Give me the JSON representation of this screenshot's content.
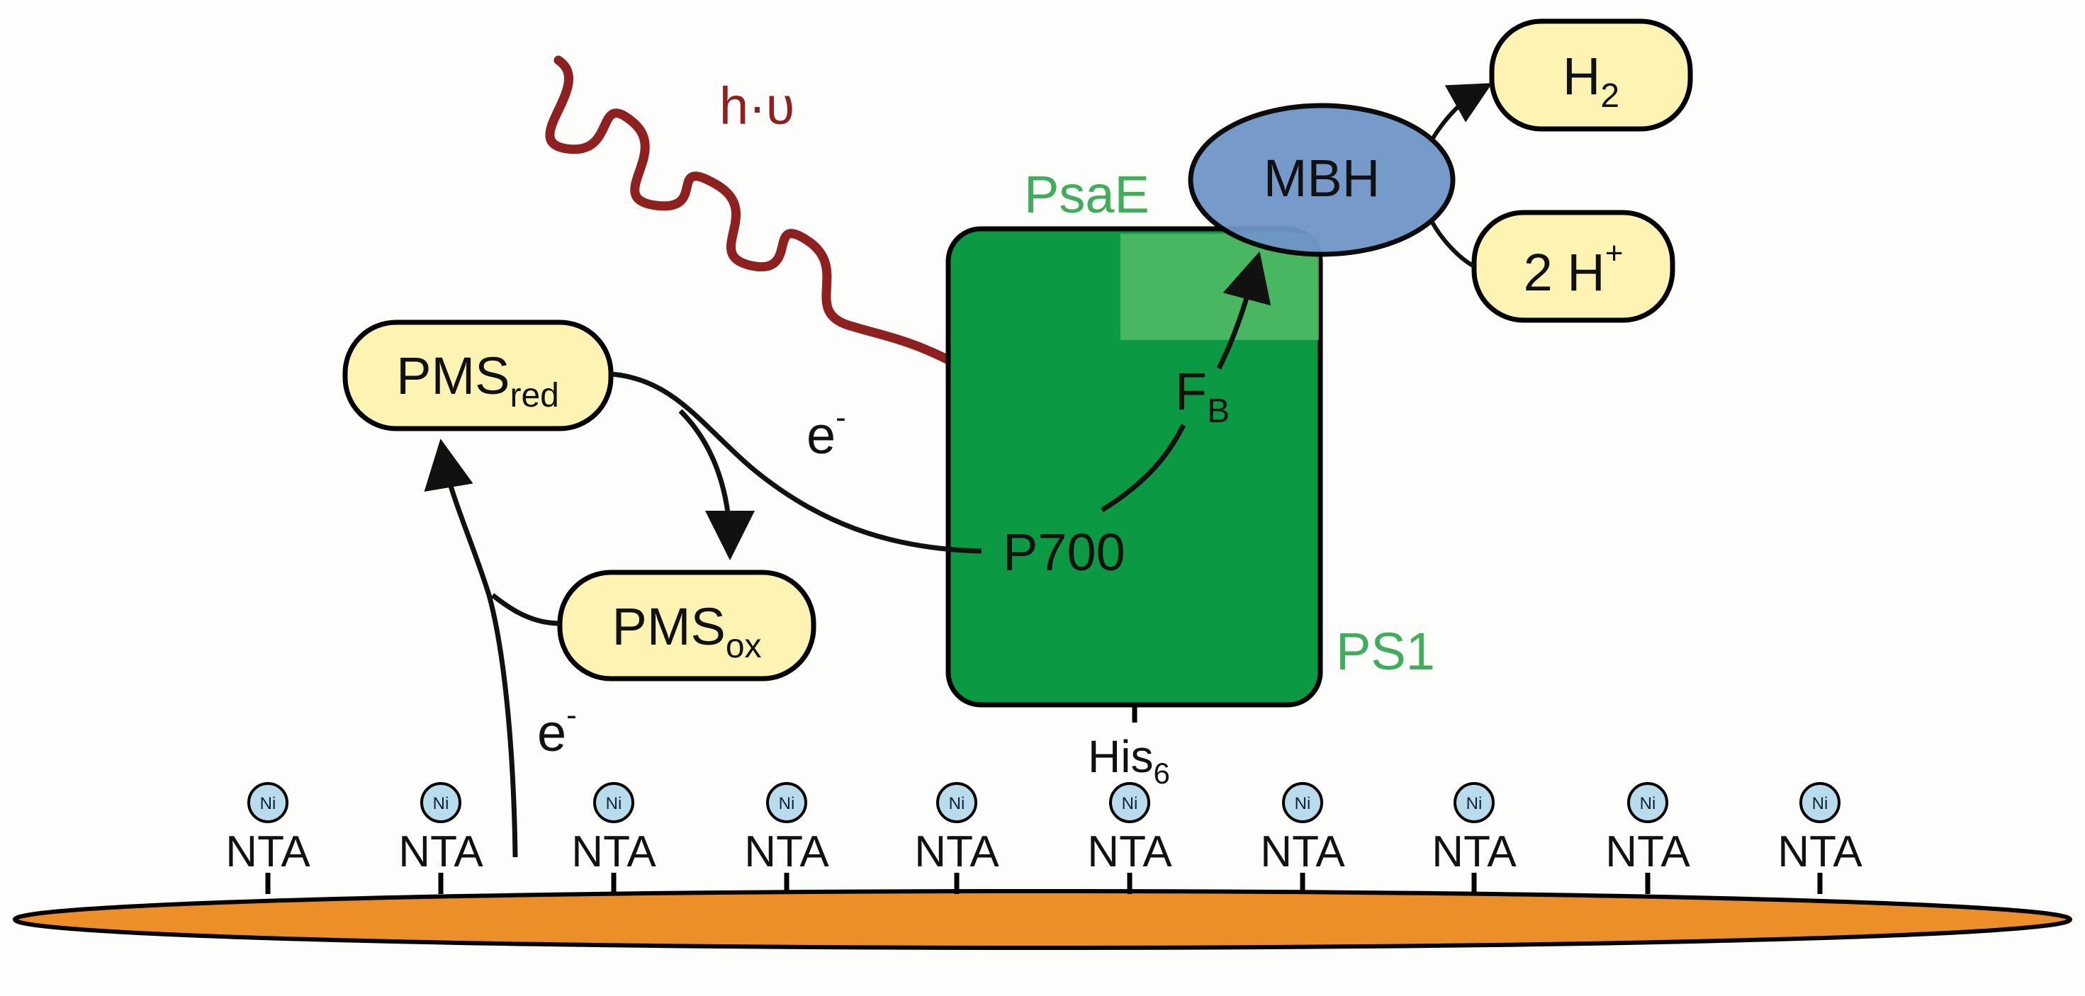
{
  "labels": {
    "light": "h·υ",
    "psaE": "PsaE",
    "mbh": "MBH",
    "h2_base": "H",
    "h2_sub": "2",
    "protons_base": "2 H",
    "protons_sup": "+",
    "pms_red_base": "PMS",
    "pms_red_sub": "red",
    "pms_ox_base": "PMS",
    "pms_ox_sub": "ox",
    "fb_base": "F",
    "fb_sub": "B",
    "p700": "P700",
    "ps1": "PS1",
    "his_base": "His",
    "his_sub": "6",
    "e_base": "e",
    "e_sup": "-"
  },
  "anchors": [
    {
      "ni": "Ni",
      "nta": "NTA"
    },
    {
      "ni": "Ni",
      "nta": "NTA"
    },
    {
      "ni": "Ni",
      "nta": "NTA"
    },
    {
      "ni": "Ni",
      "nta": "NTA"
    },
    {
      "ni": "Ni",
      "nta": "NTA"
    },
    {
      "ni": "Ni",
      "nta": "NTA"
    },
    {
      "ni": "Ni",
      "nta": "NTA"
    },
    {
      "ni": "Ni",
      "nta": "NTA"
    },
    {
      "ni": "Ni",
      "nta": "NTA"
    },
    {
      "ni": "Ni",
      "nta": "NTA"
    }
  ],
  "colors": {
    "ps1_fill": "#0b9a43",
    "psaE_label": "#3fae5a",
    "mbh_fill": "#6f96c8",
    "pill_fill": "#fdf4b3",
    "electrode_fill": "#ec8f28",
    "light_arrow": "#8e2020",
    "ni_fill": "#b9dcec"
  }
}
